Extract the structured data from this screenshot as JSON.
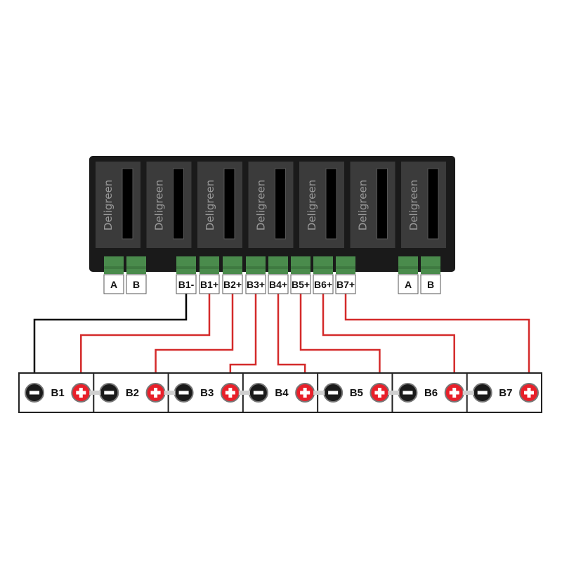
{
  "board": {
    "brand": "Deligreen",
    "module_count": 7,
    "comm_left": [
      "A",
      "B"
    ],
    "comm_right": [
      "A",
      "B"
    ],
    "balance_pins": [
      "B1-",
      "B1+",
      "B2+",
      "B3+",
      "B4+",
      "B5+",
      "B6+",
      "B7+"
    ]
  },
  "pack": {
    "cells": [
      {
        "label": "B1",
        "negative": "−",
        "positive": "+"
      },
      {
        "label": "B2",
        "negative": "−",
        "positive": "+"
      },
      {
        "label": "B3",
        "negative": "−",
        "positive": "+"
      },
      {
        "label": "B4",
        "negative": "−",
        "positive": "+"
      },
      {
        "label": "B5",
        "negative": "−",
        "positive": "+"
      },
      {
        "label": "B6",
        "negative": "−",
        "positive": "+"
      },
      {
        "label": "B7",
        "negative": "−",
        "positive": "+"
      }
    ]
  },
  "colors": {
    "board": "#1a1a1a",
    "module": "#3b3b3b",
    "module_slot": "#000000",
    "terminal": "#4a8b4c",
    "negative_terminal": "#1a1a1a",
    "positive_terminal": "#e8202a",
    "wire_negative": "#000000",
    "wire_positive": "#d42a2a",
    "cell_link": "#cfcfcf"
  }
}
